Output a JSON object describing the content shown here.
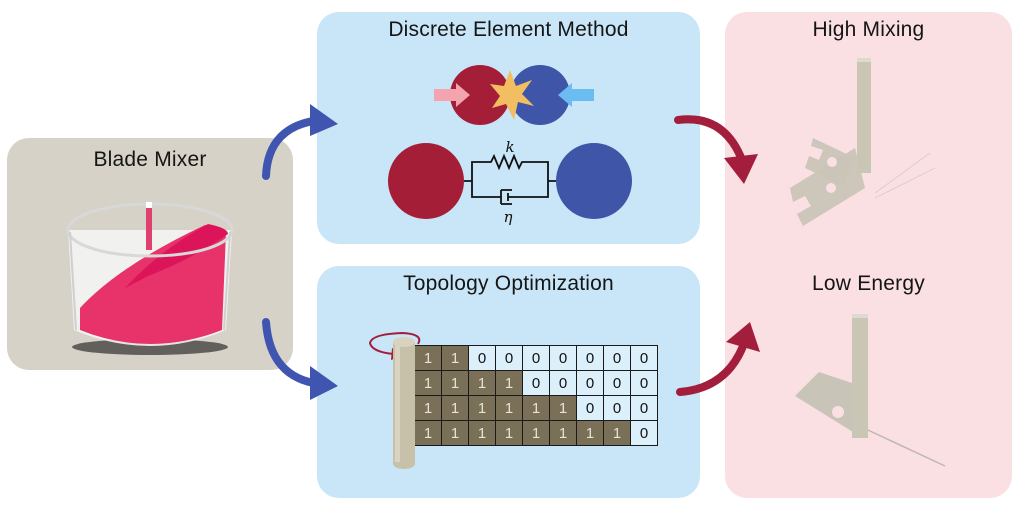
{
  "panels": {
    "blade_mixer": {
      "title": "Blade Mixer"
    },
    "dem": {
      "title": "Discrete Element Method",
      "spring_label": "k",
      "damper_label": "η"
    },
    "topology": {
      "title": "Topology Optimization",
      "grid": [
        [
          1,
          1,
          0,
          0,
          0,
          0,
          0,
          0,
          0
        ],
        [
          1,
          1,
          1,
          1,
          0,
          0,
          0,
          0,
          0
        ],
        [
          1,
          1,
          1,
          1,
          1,
          1,
          0,
          0,
          0
        ],
        [
          1,
          1,
          1,
          1,
          1,
          1,
          1,
          1,
          0
        ]
      ]
    },
    "results": {
      "top_title": "High Mixing",
      "bottom_title": "Low Energy"
    }
  },
  "colors": {
    "red_particle": "#a51e38",
    "blue_particle": "#3f55a8",
    "blue_arrow": "#3f55b0",
    "red_arrow": "#a31d3c",
    "mixer_bg": "#d6d2c7",
    "method_bg": "#c9e6f8",
    "result_bg": "#fae0e3",
    "material_cell": "#7a7057",
    "void_cell": "#dcf0fb"
  }
}
